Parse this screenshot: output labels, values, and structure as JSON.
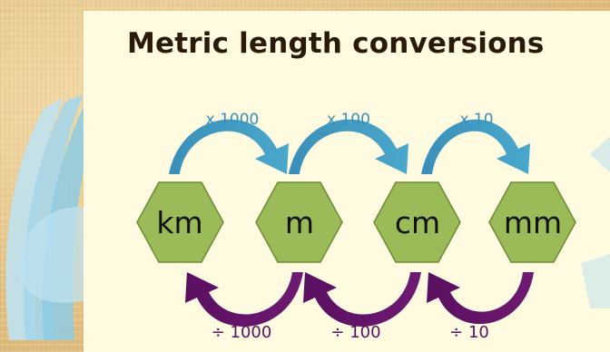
{
  "slide": {
    "title": "Metric length conversions"
  },
  "units": [
    {
      "label": "km"
    },
    {
      "label": "m"
    },
    {
      "label": "cm"
    },
    {
      "label": "mm"
    }
  ],
  "multiply_ops": [
    {
      "label": "x 1000"
    },
    {
      "label": "x 100"
    },
    {
      "label": "x 10"
    }
  ],
  "divide_ops": [
    {
      "label": "÷ 1000"
    },
    {
      "label": "÷ 100"
    },
    {
      "label": "÷ 10"
    }
  ],
  "colors": {
    "hexagon_fill": "#9bbb59",
    "hexagon_stroke": "#6e8a36",
    "multiply_arrow": "#3a8fb8",
    "divide_arrow": "#5a1060",
    "title_text": "#2b1a0a",
    "card_background": "#fffbe0"
  }
}
